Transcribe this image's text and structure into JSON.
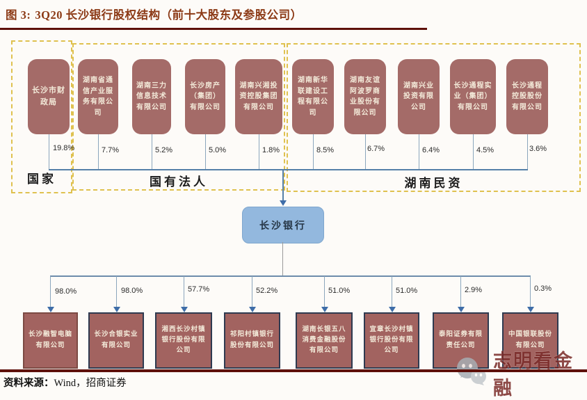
{
  "title": {
    "figure_label": "图 3:",
    "text": "3Q20 长沙银行股权结构（前十大股东及参股公司）"
  },
  "bank": {
    "name": "长沙银行"
  },
  "groups": [
    {
      "label": "国家",
      "shareholders": [
        {
          "name": "长沙市财政局",
          "pct": "19.8%"
        }
      ]
    },
    {
      "label": "国有法人",
      "shareholders": [
        {
          "name": "湖南省通信产业服务有限公司",
          "pct": "7.7%"
        },
        {
          "name": "湖南三力信息技术有限公司",
          "pct": "5.2%"
        },
        {
          "name": "长沙房产（集团）有限公司",
          "pct": "5.0%"
        },
        {
          "name": "湖南兴湘投资控股集团有限公司",
          "pct": "1.8%"
        }
      ]
    },
    {
      "label": "湖南民资",
      "shareholders": [
        {
          "name": "湖南新华联建设工程有限公司",
          "pct": "8.5%"
        },
        {
          "name": "湖南友谊阿波罗商业股份有限公司",
          "pct": "6.7%"
        },
        {
          "name": "湖南兴业投资有限公司",
          "pct": "6.4%"
        },
        {
          "name": "长沙通程实业（集团）有限公司",
          "pct": "4.5%"
        },
        {
          "name": "长沙通程控股股份有限公司",
          "pct": "3.6%"
        }
      ]
    }
  ],
  "subsidiaries": [
    {
      "name": "长沙融智电脑有限公司",
      "pct": "98.0%"
    },
    {
      "name": "长沙合银实业有限公司",
      "pct": "98.0%"
    },
    {
      "name": "湘西长沙村镇银行股份有限公司",
      "pct": "57.7%"
    },
    {
      "name": "祁阳村镇银行股份有限公司",
      "pct": "52.2%"
    },
    {
      "name": "湖南长银五八消费金融股份有限公司",
      "pct": "51.0%"
    },
    {
      "name": "宜章长沙村镇银行股份有限公司",
      "pct": "51.0%"
    },
    {
      "name": "泰阳证券有限责任公司",
      "pct": "2.9%"
    },
    {
      "name": "中国银联股份有限公司",
      "pct": "0.3%"
    }
  ],
  "footer": {
    "source_label": "资料来源：",
    "source_value": "Wind，招商证券"
  },
  "watermark": {
    "icon": "wechat-icon",
    "text": "志明看金融"
  },
  "colors": {
    "title_red": "#8c3a16",
    "rule_red": "#5e100a",
    "holder_box": "#a46b68",
    "subsidiary_box": "#a26360",
    "subsidiary_border": "#2e3a50",
    "bank_blue": "#93b8de",
    "connector_blue": "#5580a8",
    "group_dash_gold": "#dfc14f"
  }
}
